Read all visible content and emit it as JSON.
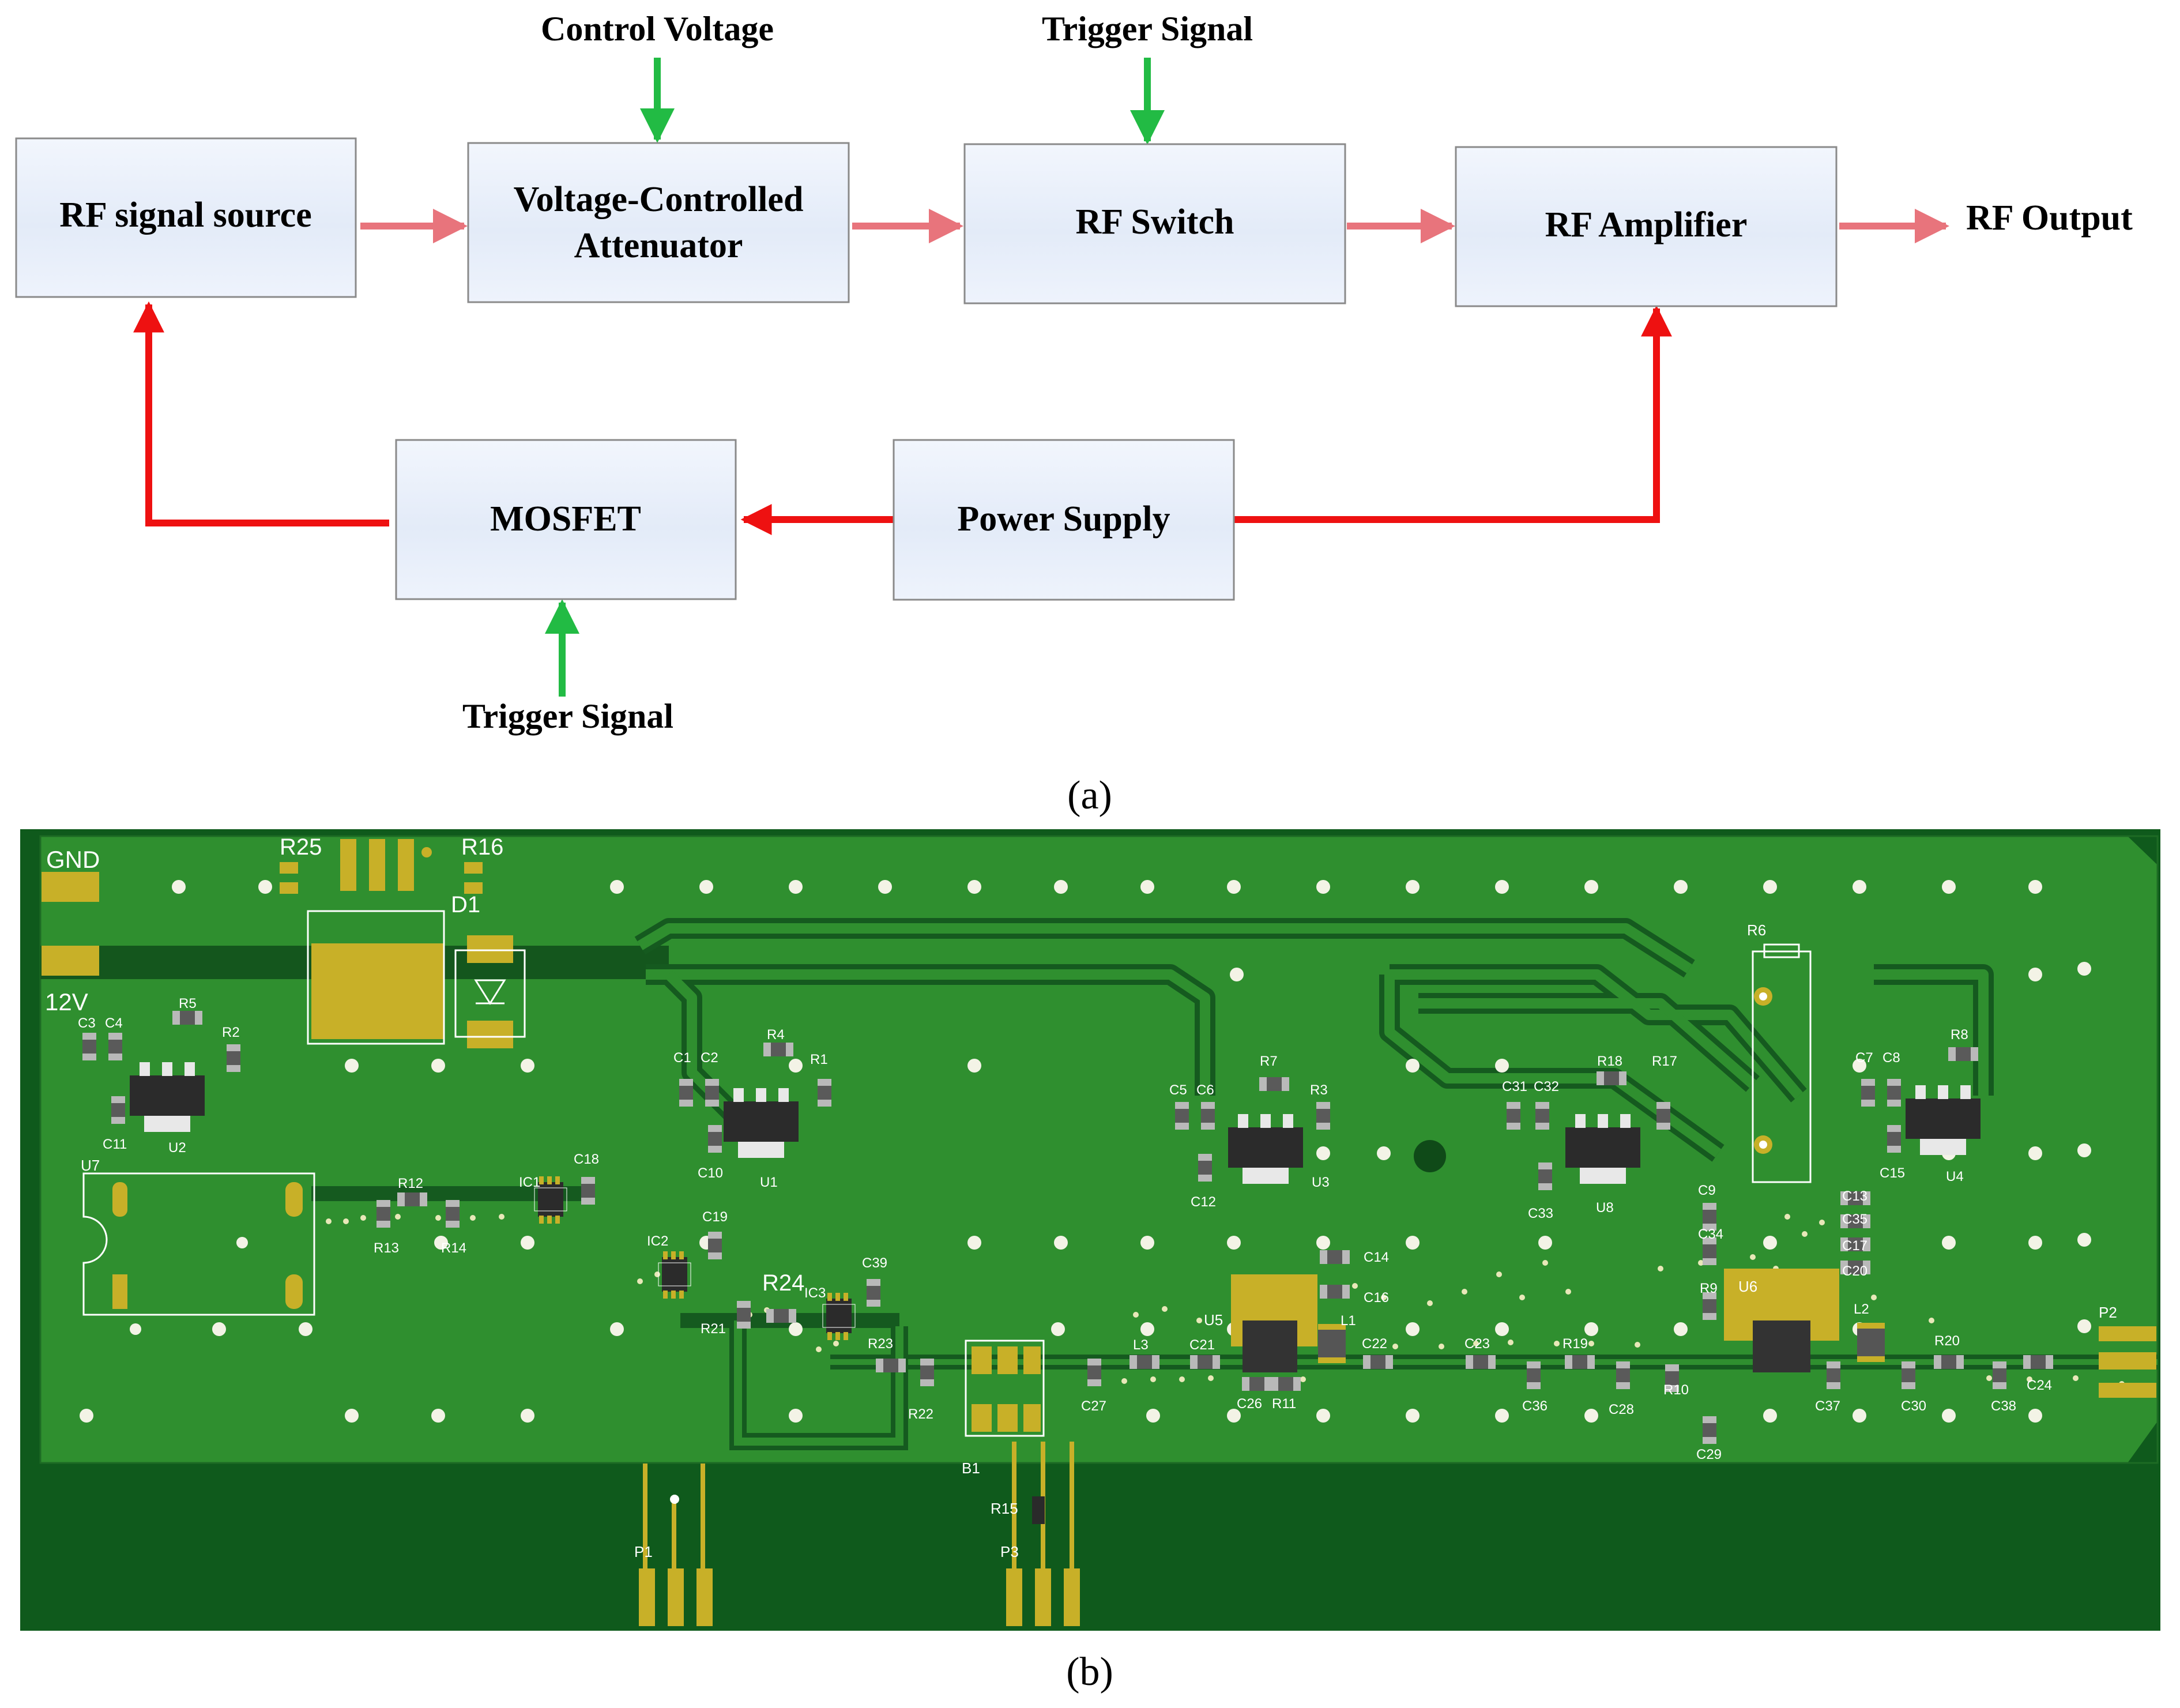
{
  "diagram": {
    "blocks": {
      "rf_source": "RF signal source",
      "vca_line1": "Voltage-Controlled",
      "vca_line2": "Attenuator",
      "rf_switch": "RF Switch",
      "rf_amplifier": "RF Amplifier",
      "mosfet": "MOSFET",
      "power_supply": "Power Supply"
    },
    "signals": {
      "control_voltage": "Control Voltage",
      "trigger_top": "Trigger Signal",
      "trigger_bottom": "Trigger Signal",
      "rf_output": "RF Output"
    },
    "caption_a": "(a)"
  },
  "pcb": {
    "labels": {
      "gnd": "GND",
      "v12": "12V",
      "r25": "R25",
      "r16": "R16",
      "d1": "D1",
      "c3": "C3",
      "c4": "C4",
      "r5": "R5",
      "r2": "R2",
      "c11": "C11",
      "u2": "U2",
      "u7": "U7",
      "r12": "R12",
      "r13": "R13",
      "r14": "R14",
      "ic1": "IC1",
      "c18": "C18",
      "c1": "C1",
      "c2": "C2",
      "r4": "R4",
      "r1": "R1",
      "c10": "C10",
      "u1": "U1",
      "ic2": "IC2",
      "c19": "C19",
      "r24": "R24",
      "ic3": "IC3",
      "c39": "C39",
      "r21": "R21",
      "r23": "R23",
      "r22": "R22",
      "b1": "B1",
      "r15": "R15",
      "p1": "P1",
      "p3": "P3",
      "c27": "C27",
      "l3": "L3",
      "c21": "C21",
      "c5": "C5",
      "c6": "C6",
      "r7": "R7",
      "r3": "R3",
      "c12": "C12",
      "u3": "U3",
      "c14": "C14",
      "c16": "C16",
      "l1": "L1",
      "u5": "U5",
      "c26": "C26",
      "r11": "R11",
      "c22": "C22",
      "c31": "C31",
      "c32": "C32",
      "r18": "R18",
      "r17": "R17",
      "c33": "C33",
      "u8": "U8",
      "c23": "C23",
      "c36": "C36",
      "r19": "R19",
      "c28": "C28",
      "r10": "R10",
      "r6": "R6",
      "c9": "C9",
      "c34": "C34",
      "r9": "R9",
      "u6": "U6",
      "c29": "C29",
      "c7": "C7",
      "c8": "C8",
      "r8": "R8",
      "c15": "C15",
      "u4": "U4",
      "c13": "C13",
      "c35": "C35",
      "c17": "C17",
      "c20": "C20",
      "l2": "L2",
      "c37": "C37",
      "c30": "C30",
      "r20": "R20",
      "c38": "C38",
      "c24": "C24",
      "p2": "P2"
    },
    "caption_b": "(b)"
  },
  "colors": {
    "block_fill": "#e4ecf9",
    "signal_arrow": "#e8747c",
    "power_arrow": "#ee1111",
    "control_arrow": "#22bb44",
    "pcb_green": "#2f8f2f",
    "pcb_dark": "#0f5a1c",
    "pad_gold": "#c8b028"
  }
}
